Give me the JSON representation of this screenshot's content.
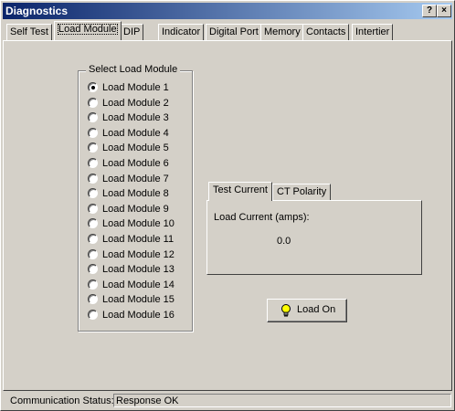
{
  "window": {
    "title": "Diagnostics",
    "help_glyph": "?",
    "close_glyph": "×"
  },
  "tabs": [
    {
      "label": "Self Test"
    },
    {
      "label": "Load Module"
    },
    {
      "label": "DIP"
    },
    {
      "label": "Indicator"
    },
    {
      "label": "Digital Port"
    },
    {
      "label": "Memory"
    },
    {
      "label": "Contacts"
    },
    {
      "label": "Intertier"
    }
  ],
  "load_module": {
    "group_label": "Select Load Module",
    "selected": "Load Module 1",
    "options": [
      "Load Module 1",
      "Load Module 2",
      "Load Module 3",
      "Load Module 4",
      "Load Module 5",
      "Load Module 6",
      "Load Module 7",
      "Load Module 8",
      "Load Module 9",
      "Load Module 10",
      "Load Module 11",
      "Load Module 12",
      "Load Module 13",
      "Load Module 14",
      "Load Module 15",
      "Load Module 16"
    ]
  },
  "subtabs": [
    {
      "label": "Test Current"
    },
    {
      "label": "CT Polarity"
    }
  ],
  "test_current": {
    "label": "Load Current (amps):",
    "value": "0.0"
  },
  "load_button": {
    "label": "Load On",
    "icon": "lightbulb-icon"
  },
  "status": {
    "label": "Communication Status:",
    "value": "Response OK"
  }
}
